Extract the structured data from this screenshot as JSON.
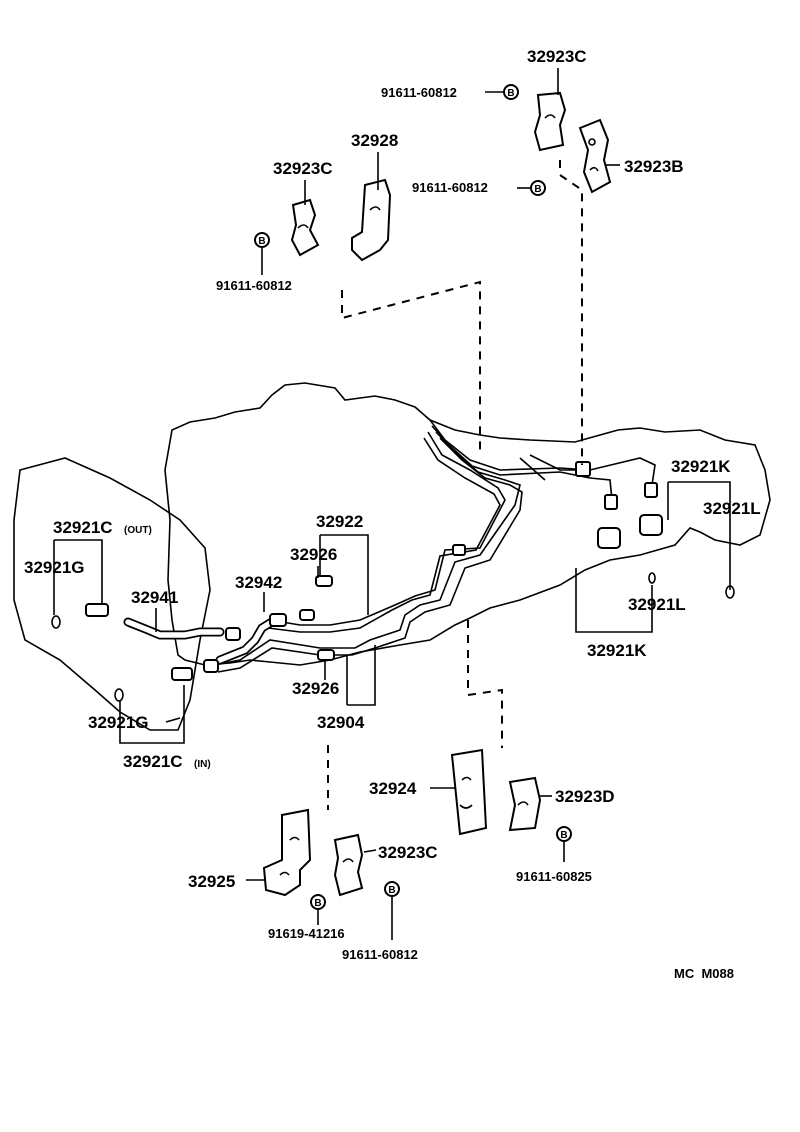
{
  "diagram": {
    "code": "MC  M088",
    "parts": {
      "p32923C_top": "32923C",
      "p91611_a": "91611-60812",
      "p91611_b": "91611-60812",
      "p32923B": "32923B",
      "p32928": "32928",
      "p32923C_mid": "32923C",
      "p91611_c": "91611-60812",
      "p32921K_top": "32921K",
      "p32921L_top": "32921L",
      "p32921C_out": "32921C",
      "p32921C_out_suffix": "(OUT)",
      "p32922": "32922",
      "p32921G_top": "32921G",
      "p32926_top": "32926",
      "p32942": "32942",
      "p32941": "32941",
      "p32921L_low": "32921L",
      "p32921K_low": "32921K",
      "p32926_low": "32926",
      "p32904": "32904",
      "p32921G_low": "32921G",
      "p32921C_in": "32921C",
      "p32921C_in_suffix": "(IN)",
      "p32924": "32924",
      "p32923D": "32923D",
      "p91611_d": "91611-60825",
      "p32923C_low": "32923C",
      "p32925": "32925",
      "p91619": "91619-41216",
      "p91611_e": "91611-60812"
    },
    "bolt_marker": "B"
  }
}
